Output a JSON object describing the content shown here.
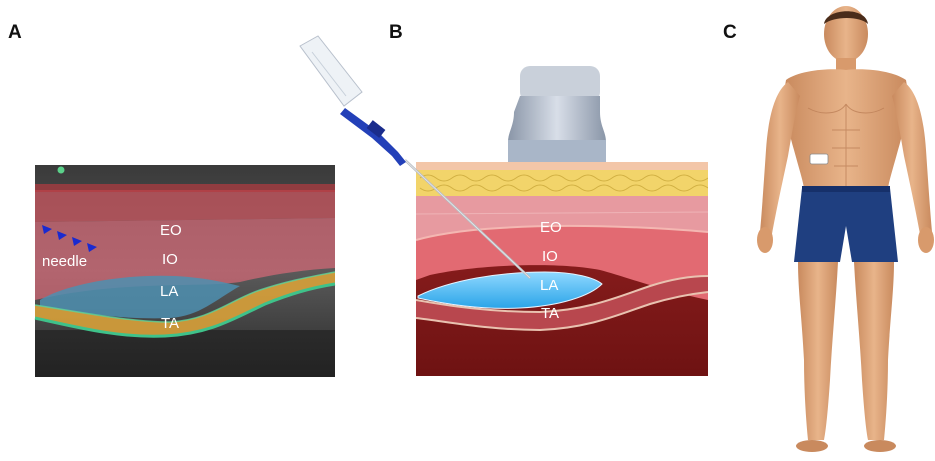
{
  "panels": {
    "a": {
      "letter": "A",
      "labels": {
        "eo": "EO",
        "io": "IO",
        "la": "LA",
        "ta": "TA",
        "needle": "needle"
      }
    },
    "b": {
      "letter": "B",
      "labels": {
        "eo": "EO",
        "io": "IO",
        "la": "LA",
        "ta": "TA"
      }
    },
    "c": {
      "letter": "C"
    }
  },
  "colors": {
    "eo_layer": "#c9555f",
    "io_layer": "#d86a78",
    "la_pool": "#4e8fb0",
    "ta_band": "#d8a13a",
    "fascia_line": "#3fc28a",
    "skin_shorts": "#1f3f80",
    "needle_hub": "#2340b8"
  }
}
